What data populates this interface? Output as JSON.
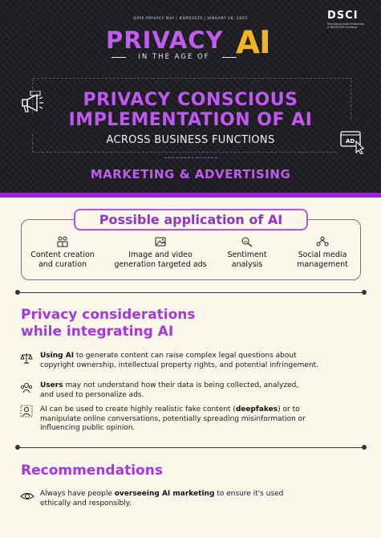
{
  "header": {
    "event_line": "DATA PRIVACY DAY | #DPD2025 | JANUARY 28, 2025",
    "brand_main": "PRIVACY",
    "brand_ai": "AI",
    "brand_sub": "IN THE AGE OF",
    "logo_mark": "DSCI",
    "logo_line1": "Promoting Data Protection",
    "logo_line2": "A NASSCOM Initiative",
    "title_line1": "PRIVACY CONSCIOUS",
    "title_line2": "IMPLEMENTATION OF AI",
    "title_line3": "ACROSS BUSINESS FUNCTIONS",
    "section_tag": "MARKETING & ADVERTISING",
    "ad_icon_text": "AD",
    "colors": {
      "accent": "#c05cf0",
      "gold": "#f2b321",
      "bar": "#a020e0",
      "dark_bg": "#1c1b20"
    }
  },
  "applications": {
    "title": "Possible application of AI",
    "items": [
      {
        "icon": "content-creation-icon",
        "line1": "Content creation",
        "line2": "and curation"
      },
      {
        "icon": "image-icon",
        "line1": "Image and video",
        "line2": "generation targeted ads"
      },
      {
        "icon": "sentiment-search-icon",
        "line1": "Sentiment",
        "line2": "analysis"
      },
      {
        "icon": "social-network-icon",
        "line1": "Social media",
        "line2": "management"
      }
    ]
  },
  "privacy": {
    "heading_line1": "Privacy considerations",
    "heading_line2": "while integrating AI",
    "points": [
      {
        "icon": "legal-scale-icon",
        "bold": "Using AI",
        "line1_rest": " to generate content can raise complex legal questions about",
        "line2": "copyright ownership, intellectual property rights, and potential infringement."
      },
      {
        "icon": "users-icon",
        "bold": "Users",
        "line1_rest": " may not understand how their data is being collected, analyzed,",
        "line2": "and used to personalize ads."
      },
      {
        "icon": "deepfake-person-icon",
        "line1_pre": "AI can be used to create highly realistic fake content (",
        "bold": "deepfakes",
        "line1_post": ") or to",
        "line2": "manipulate online conversations, potentially spreading misinformation or",
        "line3": "influencing public opinion."
      }
    ]
  },
  "recommendations": {
    "heading": "Recommendations",
    "points": [
      {
        "icon": "eye-icon",
        "line1_pre": "Always have people ",
        "bold": "overseeing AI marketing",
        "line1_post": " to ensure it's used",
        "line2": "ethically and responsibly."
      }
    ]
  }
}
